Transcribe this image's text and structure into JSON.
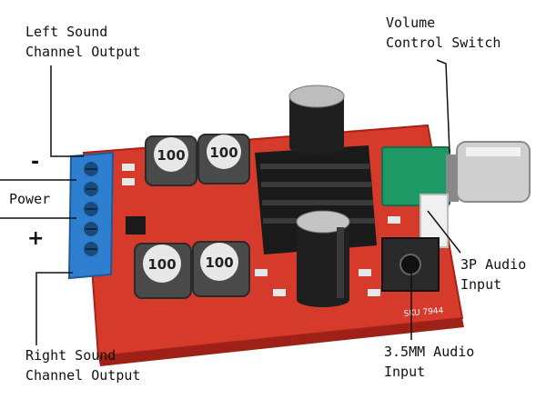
{
  "labels": {
    "left_output": [
      "Left Sound",
      "Channel Output"
    ],
    "right_output": [
      "Right Sound",
      "Channel Output"
    ],
    "power": "Power",
    "minus": "-",
    "plus": "+",
    "volume": [
      "Volume",
      "Control Switch"
    ],
    "audio_3p": [
      "3P Audio",
      "Input"
    ],
    "audio_35": [
      "3.5MM Audio",
      "Input"
    ]
  },
  "board": {
    "inductor_mark": "100",
    "sku": "SKU 7944"
  },
  "colors": {
    "pcb_red": "#d63a2a",
    "terminal_blue": "#2f7fd0",
    "pot_green": "#1f9a66",
    "heatsink": "#1a1a1a"
  }
}
